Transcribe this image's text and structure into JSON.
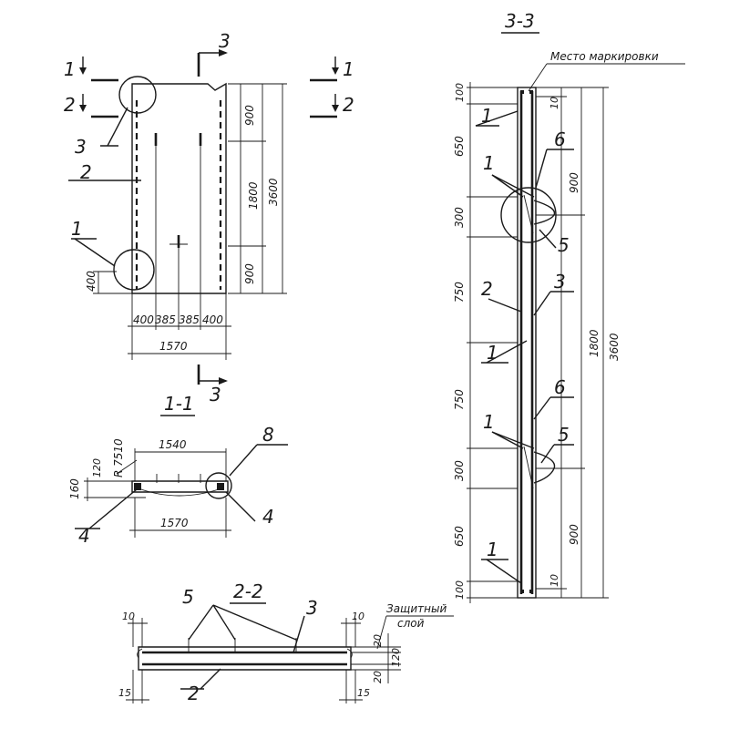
{
  "sections": {
    "s33": "3-3",
    "s11": "1-1",
    "s22": "2-2"
  },
  "cuts": {
    "c1": "1",
    "c2": "2",
    "c3": "3"
  },
  "callouts": {
    "n1": "1",
    "n2": "2",
    "n3": "3",
    "n4": "4",
    "n5": "5",
    "n6": "6",
    "n8": "8"
  },
  "notes": {
    "marking": "Место маркировки",
    "protective_line1": "Защитный",
    "protective_line2": "слой"
  },
  "plan_dims": {
    "d900a": "900",
    "d1800": "1800",
    "d3600": "3600",
    "d900b": "900",
    "d400v": "400",
    "d400a": "400",
    "d385a": "385",
    "d385b": "385",
    "d400b": "400",
    "d1570": "1570"
  },
  "s11_dims": {
    "d1540": "1540",
    "r7510": "R 7510",
    "d120": "120",
    "d160": "160",
    "d1570": "1570"
  },
  "s33_dims": {
    "d100a": "100",
    "d650a": "650",
    "d300a": "300",
    "d750a": "750",
    "d750b": "750",
    "d300b": "300",
    "d650b": "650",
    "d100b": "100",
    "d10a": "10",
    "d900a": "900",
    "d1800": "1800",
    "d3600": "3600",
    "d900b": "900",
    "d10b": "10"
  },
  "s22_dims": {
    "d10l": "10",
    "d15l": "15",
    "d10r": "10",
    "d15r": "15",
    "d20a": "20",
    "d120": "120",
    "d20b": "20"
  }
}
